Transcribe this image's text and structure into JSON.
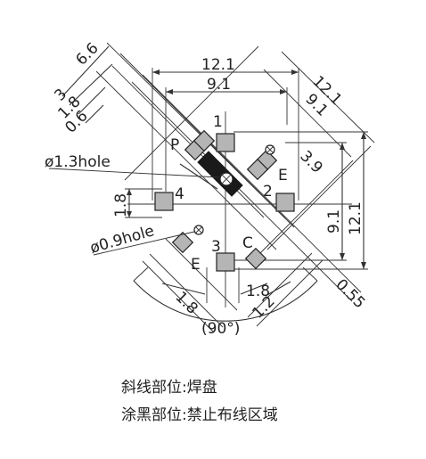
{
  "dims": {
    "d_6_6": "6.6",
    "d_3": "3",
    "d_1_8a": "1.8",
    "d_0_6": "0.6",
    "d_12_1_top": "12.1",
    "d_9_1_top": "9.1",
    "d_12_1_diag": "12.1",
    "d_9_1_diag": "9.1",
    "d_3_9": "3.9",
    "d_9_1_right": "9.1",
    "d_12_1_right": "12.1",
    "d_1_8_left": "1.8",
    "d_1_8_bot_a": "1.8",
    "d_1_8_bot_b": "1.8",
    "d_1_2": "1.2",
    "d_0_55": "0.55",
    "angle": "(90°)"
  },
  "holes": {
    "large": "ø1.3hole",
    "small": "ø0.9hole"
  },
  "pins": {
    "p1": "1",
    "p2": "2",
    "p3": "3",
    "p4": "4",
    "P": "P",
    "E_upper": "E",
    "E_lower": "E",
    "C": "C"
  },
  "legend": {
    "hatched": "斜线部位:焊盘",
    "blackened": "涂黑部位:禁止布线区域"
  },
  "colors": {
    "pad_fill": "#b5b5b5",
    "keepout_fill": "#1a1a1a",
    "line": "#333333"
  }
}
